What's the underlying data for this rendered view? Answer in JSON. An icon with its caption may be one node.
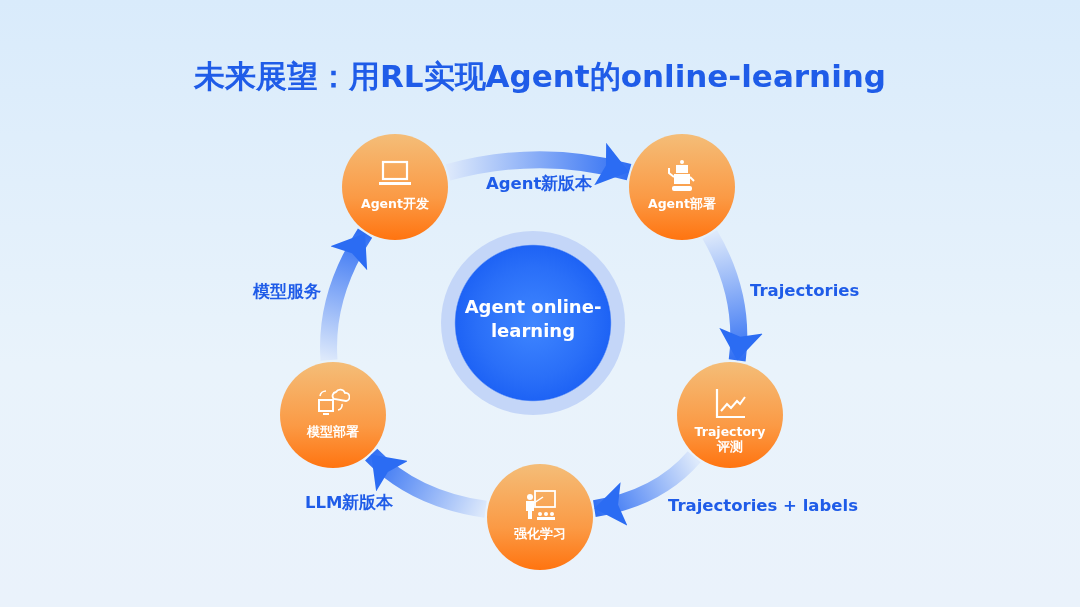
{
  "diagram": {
    "title": "未来展望：用RL实现Agent的online-learning",
    "nodes": [
      {
        "text": [
          "Agent online-learning"
        ]
      },
      {
        "text": [
          "Agent开发"
        ]
      },
      {
        "text": [
          "Agent部署"
        ]
      },
      {
        "text": [
          "Trajectory评测"
        ]
      },
      {
        "text": [
          "强化学习"
        ]
      },
      {
        "text": [
          "模型部署"
        ]
      }
    ],
    "edges": [
      {
        "from": 1,
        "to": 2,
        "arrow": "to",
        "label": "Agent新版本"
      },
      {
        "from": 2,
        "to": 3,
        "arrow": "to",
        "label": "Trajectories"
      },
      {
        "from": 3,
        "to": 4,
        "arrow": "to",
        "label": "Trajectories + labels"
      },
      {
        "from": 4,
        "to": 5,
        "arrow": "to",
        "label": "LLM新版本"
      },
      {
        "from": 5,
        "to": 1,
        "arrow": "to",
        "label": "模型服务"
      }
    ]
  }
}
